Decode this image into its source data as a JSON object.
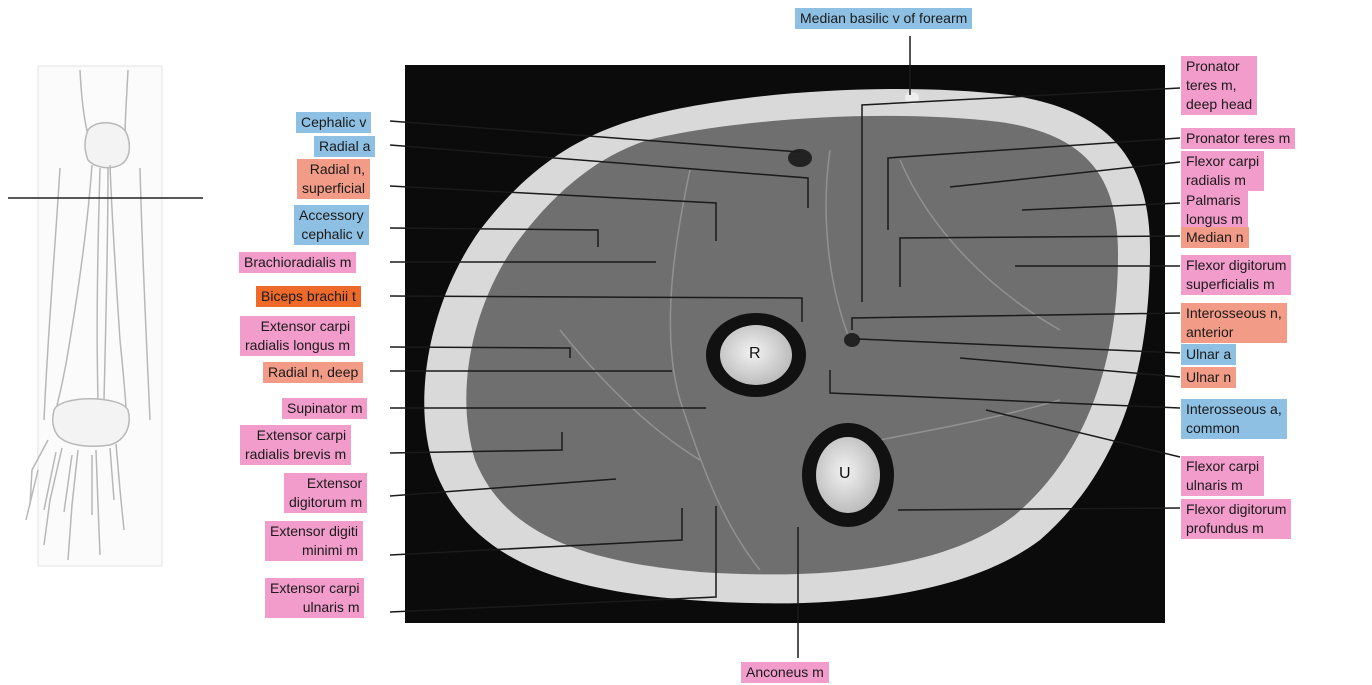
{
  "labels": {
    "median_basilic_v": [
      "Median basilic v of forearm"
    ],
    "pronator_teres_deep": [
      "Pronator",
      "teres m,",
      "deep head"
    ],
    "cephalic_v": [
      "Cephalic v"
    ],
    "radial_a": [
      "Radial a"
    ],
    "radial_n_superficial": [
      "Radial n,",
      "superficial"
    ],
    "accessory_cephalic_v": [
      "Accessory",
      "cephalic v"
    ],
    "brachioradialis": [
      "Brachioradialis m"
    ],
    "biceps_brachii_t": [
      "Biceps brachii t"
    ],
    "ecr_longus": [
      "Extensor carpi",
      "radialis longus m"
    ],
    "radial_n_deep": [
      "Radial n, deep"
    ],
    "supinator": [
      "Supinator m"
    ],
    "ecr_brevis": [
      "Extensor carpi",
      "radialis brevis m"
    ],
    "extensor_digitorum": [
      "Extensor",
      "digitorum m"
    ],
    "extensor_digiti_minimi": [
      "Extensor digiti",
      "minimi m"
    ],
    "extensor_carpi_ulnaris": [
      "Extensor carpi",
      "ulnaris m"
    ],
    "anconeus": [
      "Anconeus m"
    ],
    "pronator_teres": [
      "Pronator teres m"
    ],
    "flexor_carpi_radialis": [
      "Flexor carpi",
      "radialis m"
    ],
    "palmaris_longus": [
      "Palmaris",
      "longus m"
    ],
    "median_n": [
      "Median n"
    ],
    "fds": [
      "Flexor digitorum",
      "superficialis m"
    ],
    "interosseous_n_anterior": [
      "Interosseous n,",
      "anterior"
    ],
    "ulnar_a": [
      "Ulnar a"
    ],
    "ulnar_n": [
      "Ulnar n"
    ],
    "interosseous_a_common": [
      "Interosseous a,",
      "common"
    ],
    "flexor_carpi_ulnaris": [
      "Flexor carpi",
      "ulnaris m"
    ],
    "fdp": [
      "Flexor digitorum",
      "profundus m"
    ]
  },
  "bones": {
    "radius": "R",
    "ulna": "U"
  },
  "colors": {
    "blue": "#8ec0e3",
    "pink": "#f19ccb",
    "salmon": "#f29b87",
    "orange": "#ee6a2a"
  }
}
